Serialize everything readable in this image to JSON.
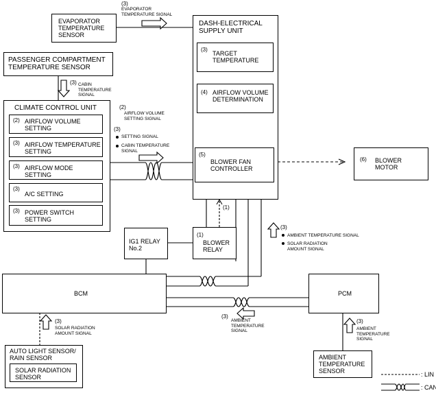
{
  "blocks": {
    "evaporator_sensor": "EVAPORATOR\nTEMPERATURE\nSENSOR",
    "passenger_sensor": "PASSENGER COMPARTMENT\nTEMPERATURE SENSOR",
    "climate_unit": "CLIMATE CONTROL UNIT",
    "dash_unit": "DASH-ELECTRICAL\nSUPPLY UNIT",
    "target_temp": "TARGET\nTEMPERATURE",
    "airflow_det": "AIRFLOW VOLUME\nDETERMINATION",
    "blower_ctrl": "BLOWER FAN\nCONTROLLER",
    "blower_motor": "BLOWER\nMOTOR",
    "ig1_relay": "IG1 RELAY\nNo.2",
    "blower_relay": "BLOWER\nRELAY",
    "bcm": "BCM",
    "pcm": "PCM",
    "auto_light": "AUTO LIGHT SENSOR/\nRAIN SENSOR",
    "solar_sensor": "SOLAR RADIATION\nSENSOR",
    "ambient_sensor": "AMBIENT\nTEMPERATURE\nSENSOR"
  },
  "settings": [
    {
      "num": "(2)",
      "label": "AIRFLOW VOLUME\nSETTING"
    },
    {
      "num": "(3)",
      "label": "AIRFLOW TEMPERATURE\nSETTING"
    },
    {
      "num": "(3)",
      "label": "AIRFLOW MODE\nSETTING"
    },
    {
      "num": "(3)",
      "label": "A/C SETTING"
    },
    {
      "num": "(3)",
      "label": "POWER SWITCH\nSETTING"
    }
  ],
  "numbers": {
    "target_temp": "(3)",
    "airflow_det": "(4)",
    "blower_ctrl": "(5)",
    "blower_motor": "(6)",
    "blower_relay": "(1)"
  },
  "signals": {
    "evap_num": "(3)",
    "evap": "EVAPORATOR\nTEMPERATURE SIGNAL",
    "cabin_num": "(3)",
    "cabin": "CABIN\nTEMPERATURE\nSIGNAL",
    "airflow_num": "(2)",
    "airflow": "AIRFLOW VOLUME\nSETTING SIGNAL",
    "setting_num": "(3)",
    "setting": "SETTING SIGNAL",
    "cabin_temp": "CABIN TEMPERATURE\nSIGNAL",
    "relay_num": "(1)",
    "amb_solar_num": "(3)",
    "ambient_temp": "AMBIENT TEMPERATURE SIGNAL",
    "solar_amount": "SOLAR RADIATION\nAMOUNT SIGNAL",
    "solar_bcm_num": "(3)",
    "solar_bcm": "SOLAR RADIATION\nAMOUNT SIGNAL",
    "amb_bcm_num": "(3)",
    "amb_bcm": "AMBIENT\nTEMPERATURE\nSIGNAL",
    "amb_pcm_num": "(3)",
    "amb_pcm": "AMBIENT\nTEMPERATURE\nSIGNAL"
  },
  "legend": {
    "lin": ": LIN",
    "can": ": CAN"
  }
}
